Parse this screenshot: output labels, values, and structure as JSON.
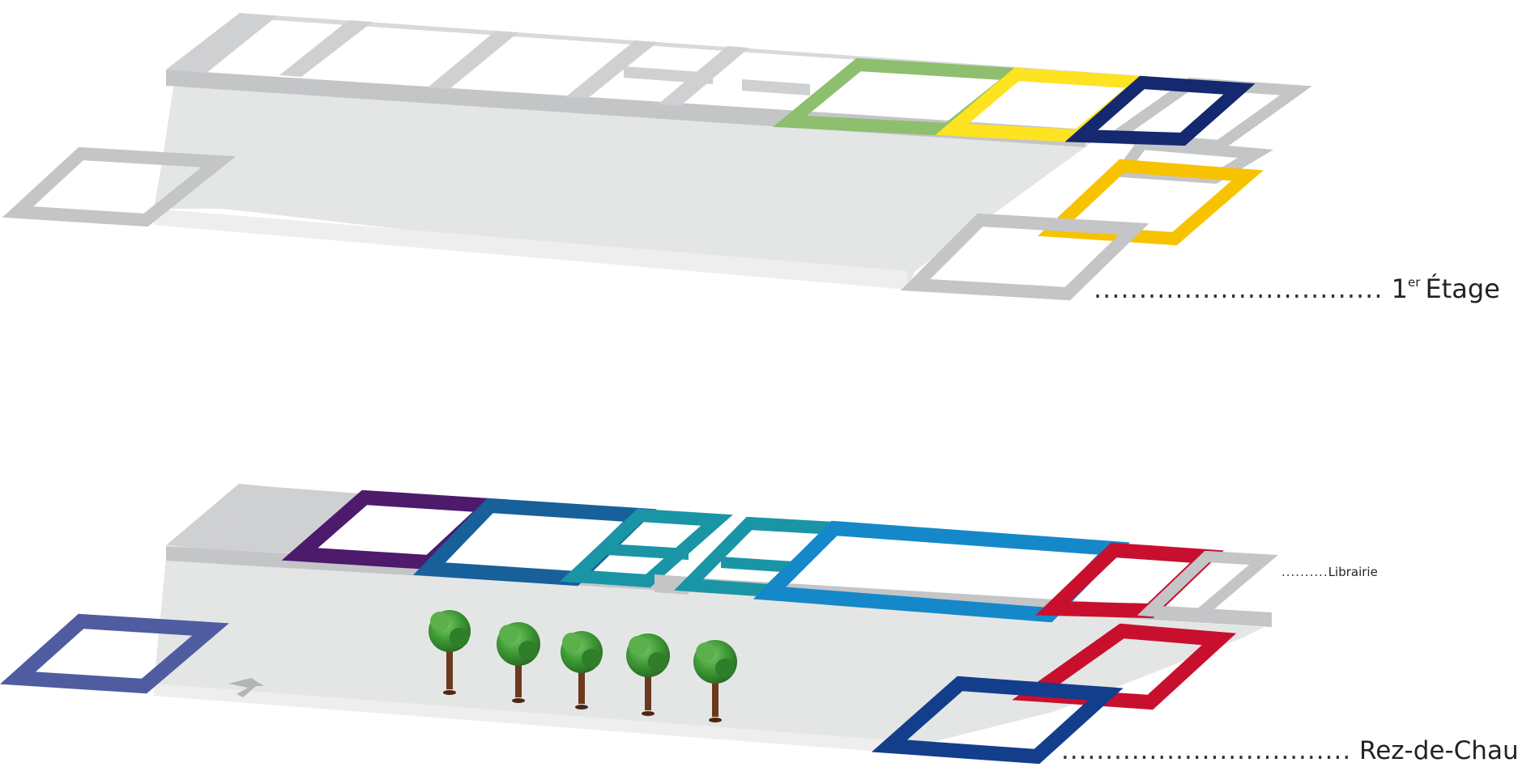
{
  "labels": {
    "etage_leader": "................................",
    "etage_number": "1",
    "etage_sup": "er",
    "etage_word": "Étage",
    "librairie_leader": "..........",
    "librairie": "Librairie",
    "rdc_leader": ".................................",
    "rdc": "Rez-de-Chaussée"
  },
  "colors": {
    "floor": "#e4e6e6",
    "wall_gray": "#c4c5c7",
    "green_light": "#a9d18e",
    "green": "#8dbf6e",
    "yellow": "#fde320",
    "navy": "#14296f",
    "orange_yellow": "#f7c300",
    "purple": "#4d1a6c",
    "blue_mid": "#17609a",
    "teal": "#1a95a6",
    "sky_blue": "#1588c9",
    "red": "#c8102e",
    "periwinkle": "#4f5ca0",
    "blue_dark": "#123e8c",
    "tree_foliage": "#3f9b36",
    "tree_trunk": "#6b3a1e"
  },
  "icons": [
    "tree-icon",
    "arrow-icon"
  ]
}
